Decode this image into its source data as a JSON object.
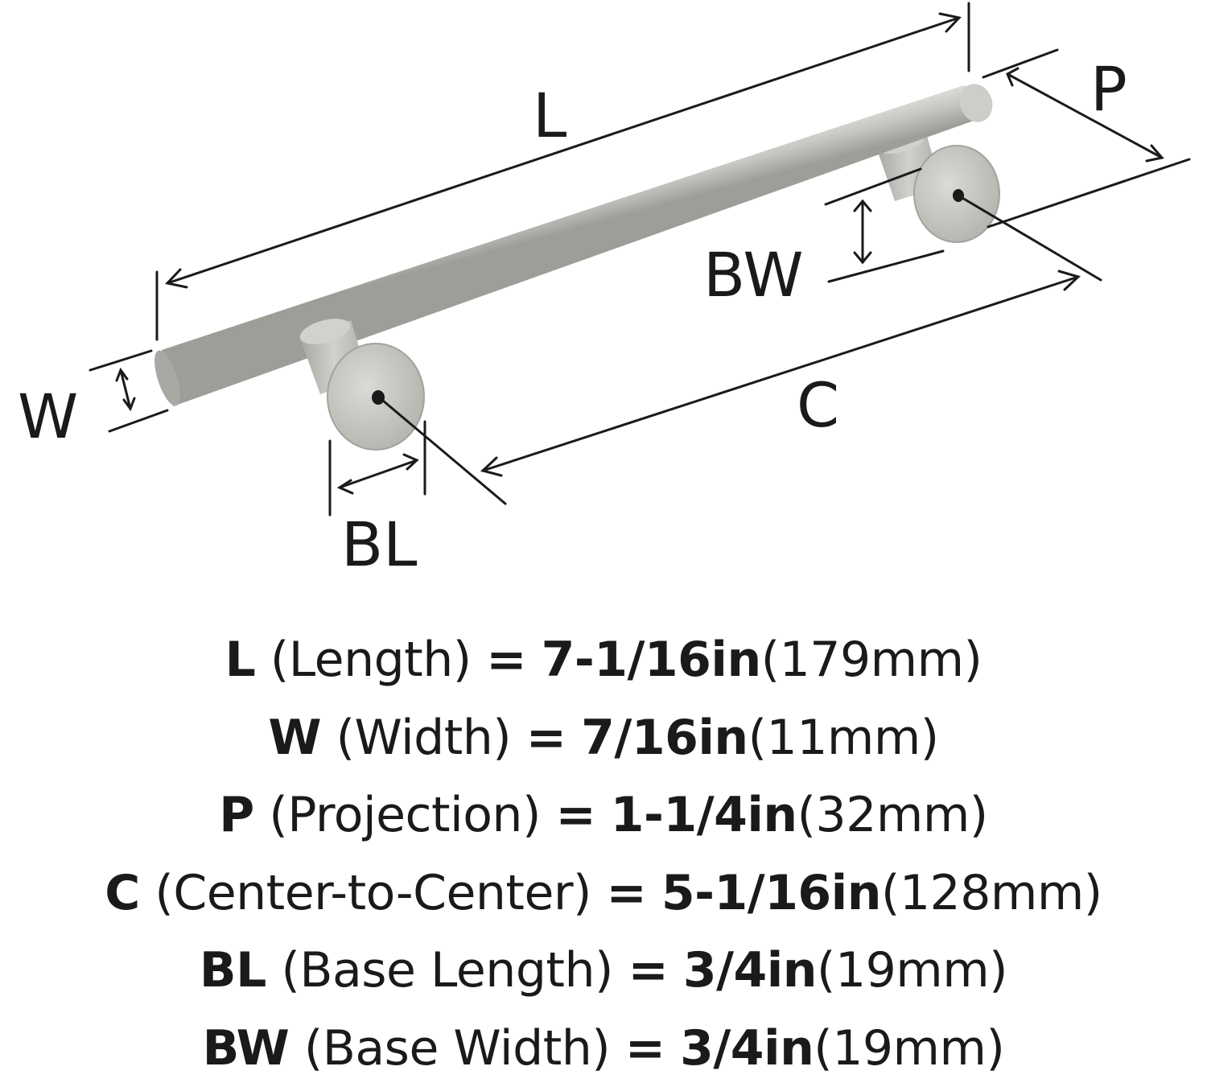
{
  "labels": {
    "L": "L",
    "P": "P",
    "BW": "BW",
    "W": "W",
    "C": "C",
    "BL": "BL"
  },
  "specs": [
    {
      "code": "L",
      "name": "(Length)",
      "eq": "=",
      "imperial": "7-1/16in",
      "metric": "(179mm)"
    },
    {
      "code": "W",
      "name": "(Width)",
      "eq": "=",
      "imperial": "7/16in",
      "metric": "(11mm)"
    },
    {
      "code": "P",
      "name": "(Projection)",
      "eq": "=",
      "imperial": "1-1/4in",
      "metric": "(32mm)"
    },
    {
      "code": "C",
      "name": "(Center-to-Center)",
      "eq": "=",
      "imperial": "5-1/16in",
      "metric": "(128mm)"
    },
    {
      "code": "BL",
      "name": "(Base Length)",
      "eq": "=",
      "imperial": "3/4in",
      "metric": "(19mm)"
    },
    {
      "code": "BW",
      "name": "(Base Width)",
      "eq": "=",
      "imperial": "3/4in",
      "metric": "(19mm)"
    }
  ],
  "colors": {
    "metal_light": "#d6d5d1",
    "metal_mid": "#bfbdb8",
    "metal_dark": "#9b9994",
    "ink": "#1a1a1a"
  }
}
